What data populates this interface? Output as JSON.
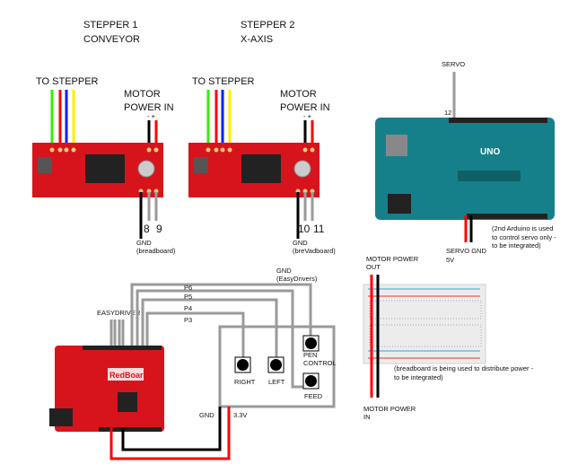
{
  "stepper1": {
    "title": "STEPPER 1",
    "subtitle": "CONVEYOR",
    "to_stepper": "TO STEPPER",
    "motor_power_line1": "MOTOR",
    "motor_power_line2": "POWER IN",
    "polarity": "- +",
    "pin_a": "8",
    "pin_b": "9",
    "gnd_line1": "GND",
    "gnd_line2": "(breadboard)"
  },
  "stepper2": {
    "title": "STEPPER 2",
    "subtitle": "X-AXIS",
    "to_stepper": "TO STEPPER",
    "motor_power_line1": "MOTOR",
    "motor_power_line2": "POWER IN",
    "polarity": "- +",
    "pin_a": "10",
    "pin_b": "11",
    "gnd_line1": "GND",
    "gnd_line2": "(breVadboard)"
  },
  "arduino": {
    "servo": "SERVO",
    "pin": "12",
    "servo_gnd": "SERVO GND",
    "servo_5v": "5V",
    "note": [
      "(2nd Arduino is used",
      "to control servo only -",
      "to be integrated)"
    ],
    "logo_text": "UNO"
  },
  "breadboard": {
    "power_out_line1": "MOTOR POWER",
    "power_out_line2": "OUT",
    "power_in_line1": "MOTOR POWER",
    "power_in_line2": "IN",
    "note": [
      "(breadboard is being used to distribute power -",
      " to be integrated)"
    ]
  },
  "redboard": {
    "easydriver": "EASYDRIVER",
    "gnd_easydrivers_line1": "GND",
    "gnd_easydrivers_line2": "(EasyDrivers)",
    "pins": [
      "P6",
      "P5",
      "P4",
      "P3"
    ],
    "gnd": "GND",
    "v33": "3.3V",
    "logo_text": "RedBoard"
  },
  "buttons": {
    "right": "RIGHT",
    "left": "LEFT",
    "pen_line1": "PEN",
    "pen_line2": "CONTROL",
    "feed": "FEED"
  },
  "colors": {
    "wire_gray": "#9a9a9a",
    "board_red": "#d7141c",
    "arduino_teal": "#16808a",
    "wire_red": "#ff0000",
    "wire_black": "#000000",
    "wire_green": "#33ee00",
    "wire_blue": "#0022ff",
    "wire_yellow": "#ffee00"
  }
}
